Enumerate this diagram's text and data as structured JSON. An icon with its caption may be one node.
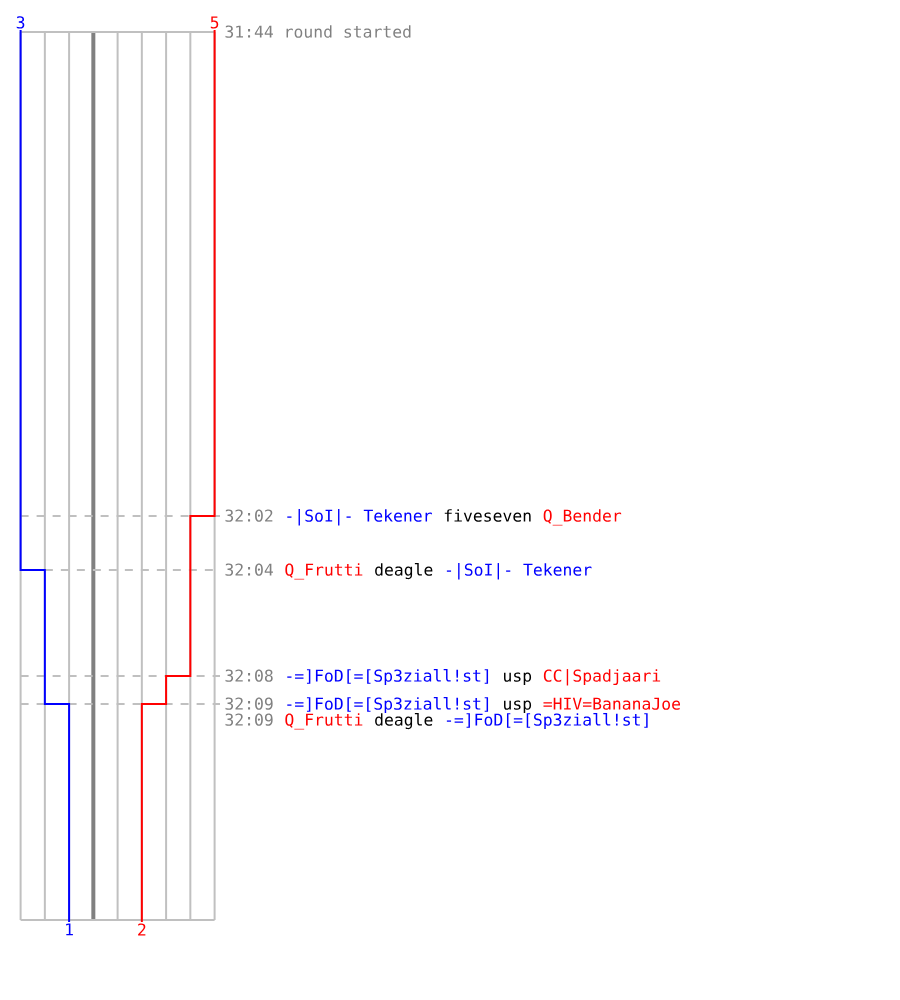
{
  "diagram": {
    "nodes": [
      {
        "text": [
          "3"
        ]
      },
      {
        "text": [
          "5"
        ]
      },
      {
        "text": [
          "1"
        ]
      },
      {
        "text": [
          "2"
        ]
      }
    ],
    "edges": [
      {
        "from": 0,
        "to": 2,
        "arrow": "none",
        "color": "#0000ff"
      },
      {
        "from": 1,
        "to": 3,
        "arrow": "none",
        "color": "#ff0000"
      }
    ],
    "labels": [
      "31:44 round started",
      "32:02",
      "-|SoI|- Tekener",
      "fiveseven",
      "Q_Bender",
      "32:04",
      "Q_Frutti",
      "deagle",
      "-|SoI|- Tekener",
      "32:08",
      "-=]FoD[=[Sp3ziall!st]",
      "usp",
      "CC|Spadjaari",
      "32:09",
      "-=]FoD[=[Sp3ziall!st]",
      "usp",
      "=HIV=BananaJoe",
      "32:09",
      "Q_Frutti",
      "deagle",
      "-=]FoD[=[Sp3ziall!st]"
    ]
  }
}
